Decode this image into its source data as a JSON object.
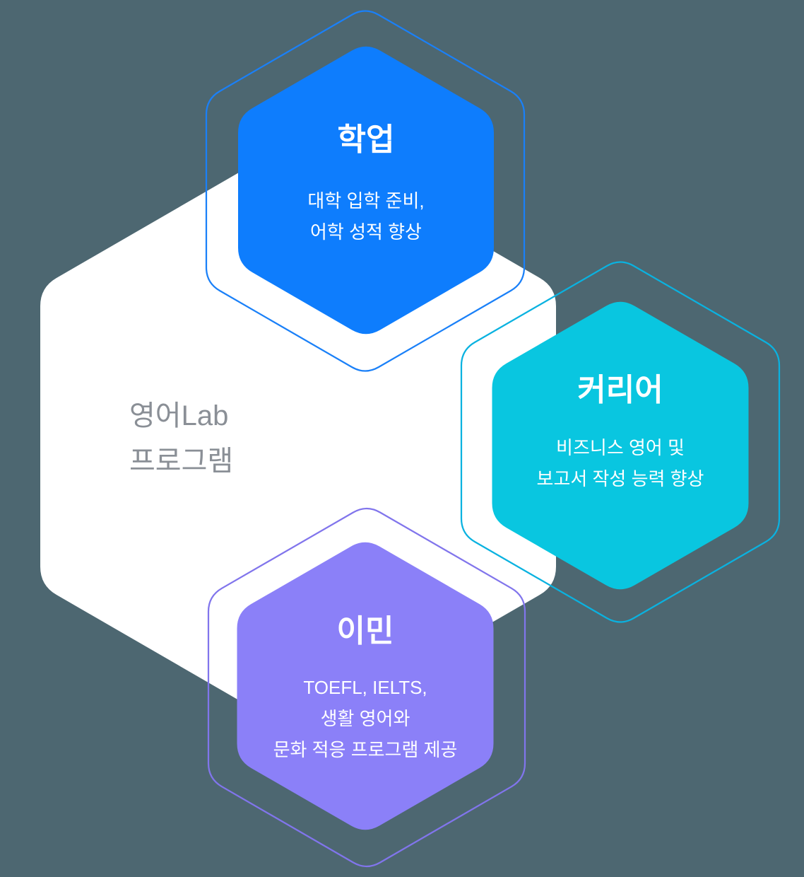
{
  "background_color": "#4d6771",
  "center": {
    "label_line1": "영어Lab",
    "label_line2": "프로그램",
    "fill_color": "#ffffff",
    "text_color": "#8a8f96"
  },
  "hexagons": [
    {
      "id": "academics",
      "title": "학업",
      "desc_lines": [
        "대학 입학 준비,",
        "어학 성적 향상"
      ],
      "fill": "#0e7dfd",
      "outline": "#1a80f8",
      "text_color": "#ffffff"
    },
    {
      "id": "career",
      "title": "커리어",
      "desc_lines": [
        "비즈니스 영어 및",
        "보고서 작성 능력 향상"
      ],
      "fill": "#09c6e0",
      "outline": "#0ab2e0",
      "text_color": "#ffffff"
    },
    {
      "id": "immigration",
      "title": "이민",
      "desc_lines": [
        "TOEFL, IELTS,",
        "생활 영어와",
        "문화 적응 프로그램 제공"
      ],
      "fill": "#8b80f8",
      "outline": "#8175ec",
      "text_color": "#ffffff"
    }
  ]
}
